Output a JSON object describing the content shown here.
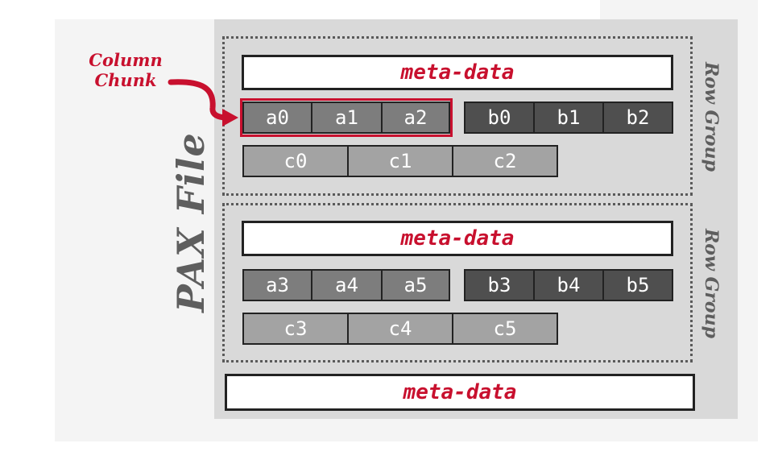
{
  "pax_file": {
    "title": "PAX File"
  },
  "row_groups": [
    {
      "label": "Row Group",
      "meta_label": "meta-data",
      "column_a": [
        "a0",
        "a1",
        "a2"
      ],
      "column_b": [
        "b0",
        "b1",
        "b2"
      ],
      "column_c": [
        "c0",
        "c1",
        "c2"
      ]
    },
    {
      "label": "Row Group",
      "meta_label": "meta-data",
      "column_a": [
        "a3",
        "a4",
        "a5"
      ],
      "column_b": [
        "b3",
        "b4",
        "b5"
      ],
      "column_c": [
        "c3",
        "c4",
        "c5"
      ]
    }
  ],
  "file_footer": {
    "meta_label": "meta-data"
  },
  "callout": {
    "line1": "Column",
    "line2": "Chunk"
  },
  "colors": {
    "accent": "#c8102e",
    "file_bg": "#d9d9d9",
    "col_a": "#7d7d7d",
    "col_b": "#4f4f4f",
    "col_c": "#a3a3a3"
  }
}
